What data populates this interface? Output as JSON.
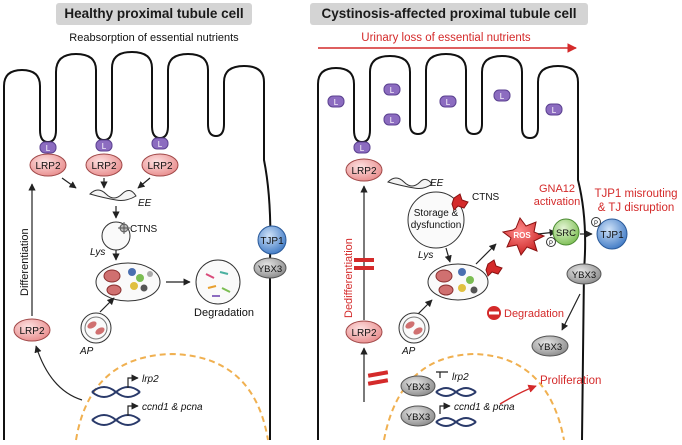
{
  "left": {
    "title": "Healthy proximal tubule cell",
    "subtitle": "Reabsorption of essential nutrients",
    "differentiation": "Differentiation",
    "lrp2": "LRP2",
    "ee": "EE",
    "ctns": "CTNS",
    "lys": "Lys",
    "ap": "AP",
    "degradation": "Degradation",
    "tjp1": "TJP1",
    "ybx3": "YBX3",
    "gene_lrp2": "lrp2",
    "gene_ccnd1": "ccnd1 & pcna",
    "vesicle_label": "L"
  },
  "right": {
    "title": "Cystinosis-affected proximal tubule cell",
    "urinary_loss": "Urinary loss of essential nutrients",
    "dedifferentiation": "Dedifferentiation",
    "lrp2": "LRP2",
    "ee": "EE",
    "ctns": "CTNS",
    "storage_line1": "Storage &",
    "storage_line2": "dysfunction",
    "lys": "Lys",
    "ros": "ROS",
    "gna12_line1": "GNA12",
    "gna12_line2": "activation",
    "src": "SRC",
    "p": "P",
    "tjp1": "TJP1",
    "tjp1_line1": "TJP1 misrouting",
    "tjp1_line2": "& TJ disruption",
    "ybx3": "YBX3",
    "degradation": "Degradation",
    "ap": "AP",
    "proliferation": "Proliferation",
    "gene_lrp2": "lrp2",
    "gene_ccnd1": "ccnd1 & pcna",
    "vesicle_label": "L"
  },
  "colors": {
    "red": "#d42a2a",
    "lrp2_fill": "#f2a8a8",
    "vesicle_purple": "#8c6cc0",
    "tjp1_blue": "#5a8fd0",
    "ybx3_gray": "#9a9a9a",
    "nucleus_orange": "#f0b050"
  }
}
